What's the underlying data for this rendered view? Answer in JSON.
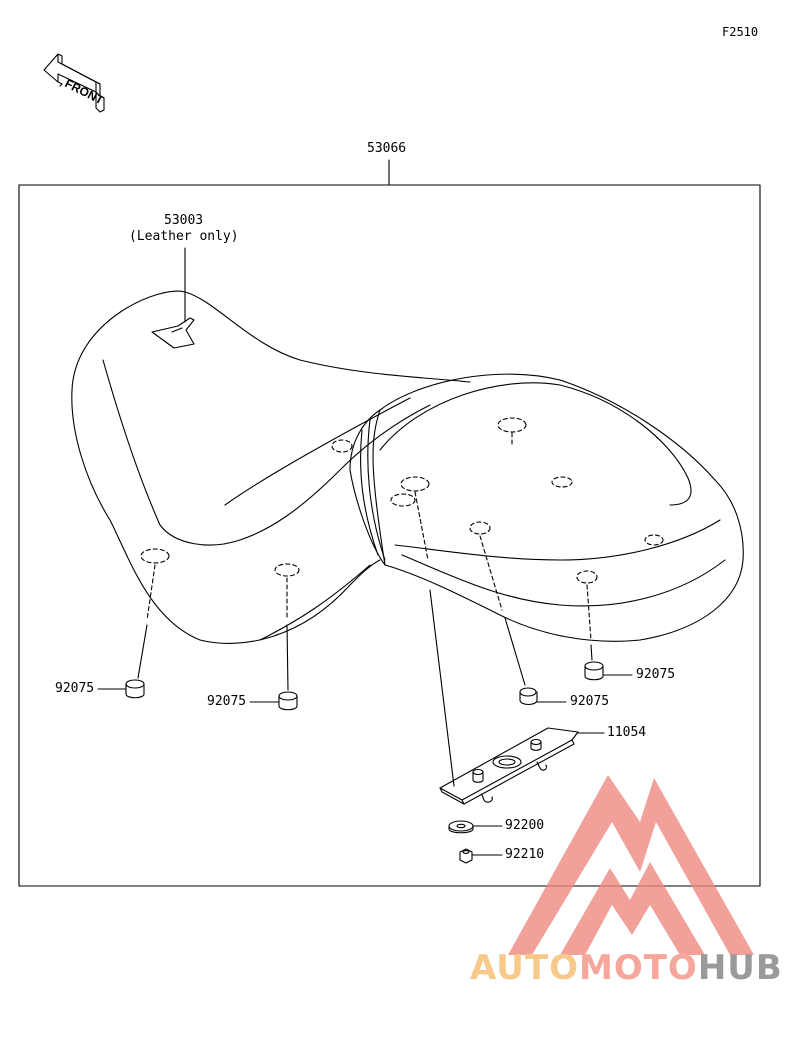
{
  "figure_code": "F2510",
  "front_arrow_text": "FRONT",
  "parts": {
    "assembly": "53066",
    "cover": "53003",
    "cover_note": "(Leather only)",
    "damper_1": "92075",
    "damper_2": "92075",
    "damper_3": "92075",
    "damper_4": "92075",
    "bracket": "11054",
    "washer": "92200",
    "nut": "92210"
  },
  "watermark": {
    "part1": "AUTO",
    "part2": "MOTO",
    "part3": "HUB"
  },
  "colors": {
    "line": "#000000",
    "watermark_red": "#f08a82",
    "watermark_orange": "#f7c98a",
    "watermark_gray": "#9a9a9a"
  }
}
